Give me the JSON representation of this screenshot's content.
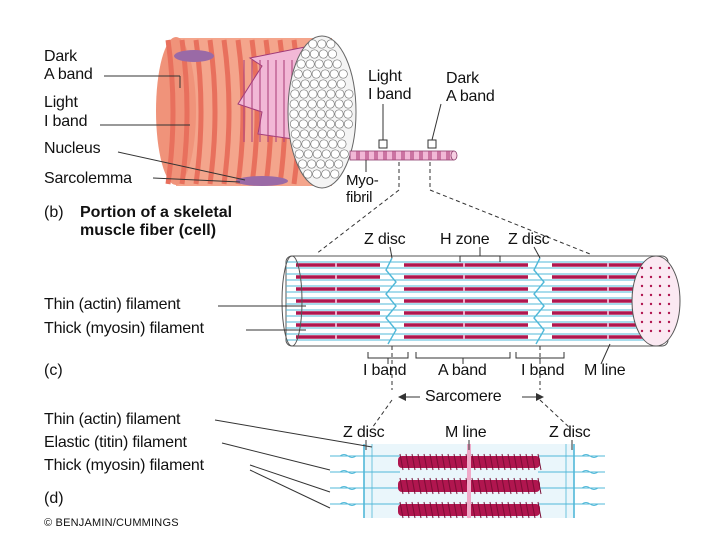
{
  "panel_b": {
    "dark_a_band_1": "Dark",
    "dark_a_band_2": "A band",
    "light_i_band_1": "Light",
    "light_i_band_2": "I band",
    "nucleus": "Nucleus",
    "sarcolemma": "Sarcolemma",
    "light_i_band_right_1": "Light",
    "light_i_band_right_2": "I band",
    "dark_a_band_right_1": "Dark",
    "dark_a_band_right_2": "A band",
    "myofibril_1": "Myo-",
    "myofibril_2": "fibril",
    "letter": "(b)",
    "caption_1": "Portion of a skeletal",
    "caption_2": "muscle fiber (cell)"
  },
  "panel_c": {
    "z_disc_left": "Z disc",
    "h_zone": "H zone",
    "z_disc_right": "Z disc",
    "thin_filament": "Thin (actin) filament",
    "thick_filament": "Thick (myosin) filament",
    "letter": "(c)",
    "i_band_left": "I band",
    "a_band": "A band",
    "i_band_right": "I band",
    "m_line": "M line",
    "sarcomere": "Sarcomere"
  },
  "panel_d": {
    "thin_filament": "Thin (actin) filament",
    "elastic_filament": "Elastic (titin) filament",
    "thick_filament": "Thick (myosin) filament",
    "z_disc_left": "Z disc",
    "m_line": "M line",
    "z_disc_right": "Z disc",
    "letter": "(d)"
  },
  "copyright": "© BENJAMIN/CUMMINGS",
  "colors": {
    "fiber_light": "#f4a58c",
    "fiber_dark": "#e8705d",
    "myofibril_pink": "#f2b8d6",
    "myosin": "#b0164f",
    "actin": "#50b8d8",
    "nucleus": "#9a6aa6"
  }
}
